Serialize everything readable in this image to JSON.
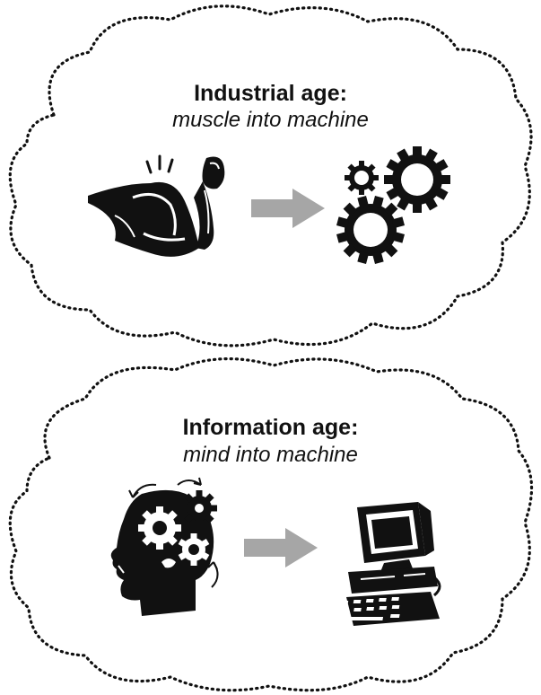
{
  "panels": {
    "industrial": {
      "title": "Industrial age:",
      "subtitle": "muscle into machine",
      "from_icon": "flexed-arm-icon",
      "to_icon": "gears-icon"
    },
    "information": {
      "title": "Information age:",
      "subtitle": "mind into machine",
      "from_icon": "thinking-head-gears-icon",
      "to_icon": "desktop-computer-icon"
    }
  },
  "colors": {
    "ink": "#111111",
    "arrow": "#a6a6a6",
    "background": "#ffffff"
  }
}
